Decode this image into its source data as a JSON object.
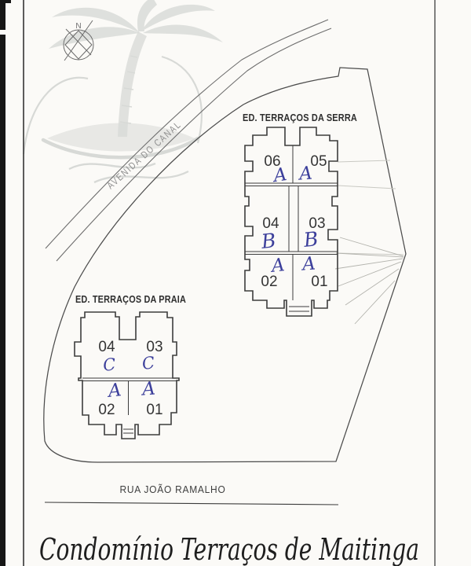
{
  "title": "Condomínio Terraços de Maitinga",
  "compass": {
    "north_label": "N"
  },
  "streets": {
    "avenue": "AVENIDA DO CANAL",
    "street": "RUA JOÃO RAMALHO"
  },
  "buildings": [
    {
      "label": "ED. TERRAÇOS DA SERRA",
      "units": [
        {
          "number": "06",
          "note": "A"
        },
        {
          "number": "05",
          "note": "A"
        },
        {
          "number": "04",
          "note": "B"
        },
        {
          "number": "03",
          "note": "B"
        },
        {
          "number": "02",
          "note": "A"
        },
        {
          "number": "01",
          "note": "A"
        }
      ]
    },
    {
      "label": "ED. TERRAÇOS DA PRAIA",
      "units": [
        {
          "number": "04",
          "note": "C"
        },
        {
          "number": "03",
          "note": "C"
        },
        {
          "number": "02",
          "note": "A"
        },
        {
          "number": "01",
          "note": "A"
        }
      ]
    }
  ],
  "colors": {
    "ink": "#3a3a3a",
    "handwriting": "#3c3f9b",
    "watermark": "#8e9693",
    "background": "#fbfaf7"
  }
}
